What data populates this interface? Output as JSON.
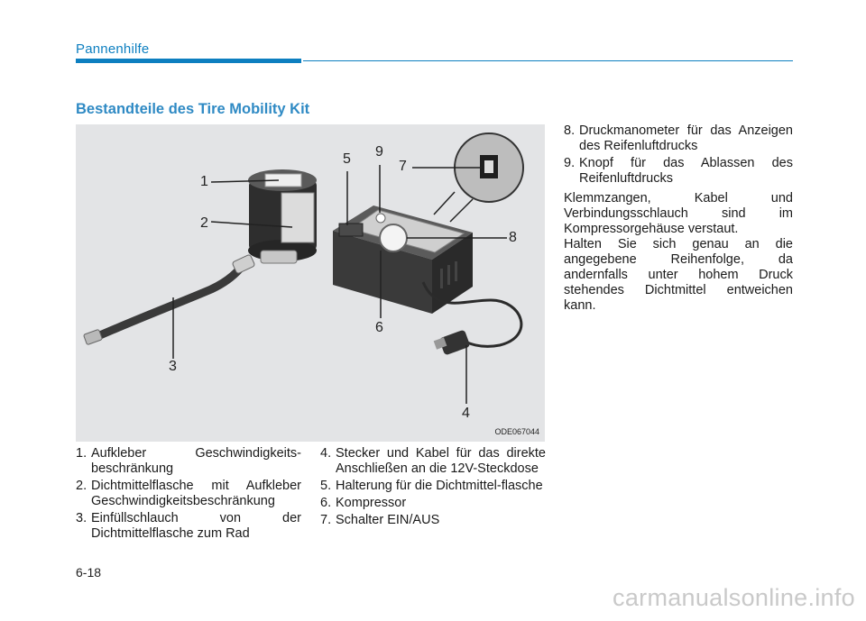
{
  "header": {
    "section": "Pannenhilfe"
  },
  "heading": "Bestandteile des Tire Mobility Kit",
  "figure": {
    "code": "ODE067044",
    "callouts": [
      "1",
      "2",
      "3",
      "4",
      "5",
      "6",
      "7",
      "8",
      "9"
    ]
  },
  "legend_left": [
    {
      "num": "1.",
      "text": "Aufkleber Geschwindigkeits-beschränkung"
    },
    {
      "num": "2.",
      "text": "Dichtmittelflasche mit Aufkleber Geschwindigkeitsbeschränkung"
    },
    {
      "num": "3.",
      "text": "Einfüllschlauch von der Dichtmittelflasche zum Rad"
    }
  ],
  "legend_mid": [
    {
      "num": "4.",
      "text": "Stecker und Kabel für das direkte Anschließen an die 12V-Steckdose"
    },
    {
      "num": "5.",
      "text": "Halterung für die Dichtmittel-flasche"
    },
    {
      "num": "6.",
      "text": "Kompressor"
    },
    {
      "num": "7.",
      "text": "Schalter EIN/AUS"
    }
  ],
  "legend_right": [
    {
      "num": "8.",
      "text": "Druckmanometer für das Anzeigen des Reifenluftdrucks"
    },
    {
      "num": "9.",
      "text": "Knopf für das Ablassen des Reifenluftdrucks"
    }
  ],
  "paragraphs": [
    "Klemmzangen, Kabel und Verbindungsschlauch sind im Kompressorgehäuse verstaut.",
    "Halten Sie sich genau an die angegebene Reihenfolge, da andernfalls unter hohem Druck stehendes Dichtmittel entweichen kann."
  ],
  "footer": {
    "page": "6-18",
    "watermark": "carmanualsonline.info"
  },
  "colors": {
    "accent": "#0d7fc0",
    "heading": "#2f8ac4",
    "figure_bg": "#e3e4e6"
  }
}
